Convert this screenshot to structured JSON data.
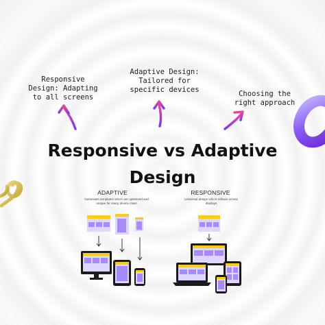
{
  "notes": {
    "responsive": "Responsive\nDesign: Adapting\nto all screens",
    "adaptive": "Adaptive Design:\nTailored for\nspecific devices",
    "choosing": "Choosing the\nright approach"
  },
  "title": {
    "line1": "Responsive vs Adaptive",
    "line2": "Design"
  },
  "adaptive": {
    "label": "ADAPTIVE",
    "description": "Generates templates which are optimized and unique for every device class"
  },
  "responsive": {
    "label": "RESPONSIVE",
    "description": "Universal design which reflows across displays"
  },
  "colors": {
    "accent_purple": "#a78bfa",
    "device_frame": "#1a1a1a",
    "screen_fill": "#c4b5fd",
    "header_bar": "#facc15",
    "arrow_gradient_start": "#7c3aed",
    "arrow_gradient_end": "#ec4899",
    "ring_purple": "#8b5cf6",
    "spring_gold": "#d9c24a"
  }
}
